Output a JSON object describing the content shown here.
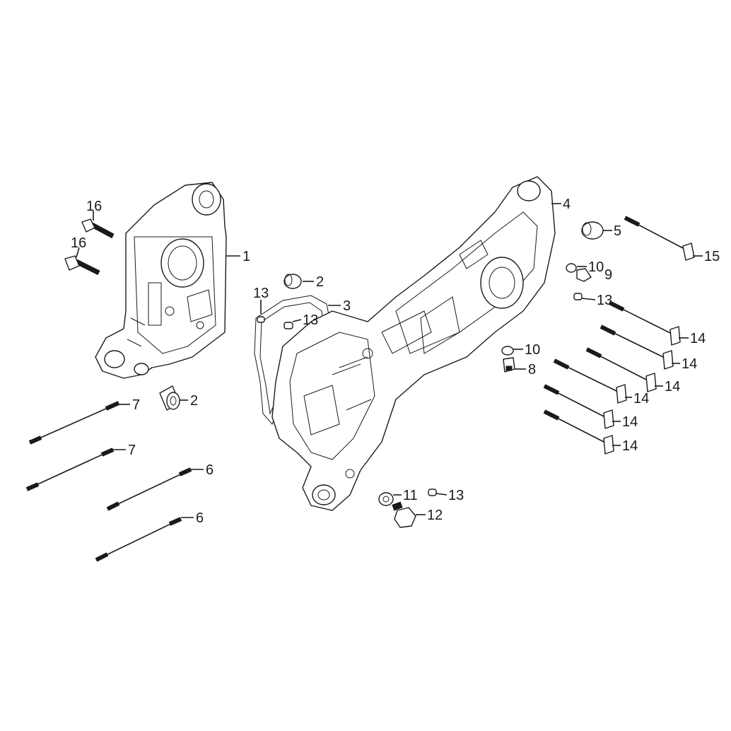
{
  "callouts": {
    "c1": "1",
    "c2a": "2",
    "c2b": "2",
    "c3": "3",
    "c4": "4",
    "c5": "5",
    "c6a": "6",
    "c6b": "6",
    "c7a": "7",
    "c7b": "7",
    "c8": "8",
    "c9": "9",
    "c10a": "10",
    "c10b": "10",
    "c11": "11",
    "c12": "12",
    "c13a": "13",
    "c13b": "13",
    "c13c": "13",
    "c13d": "13",
    "c14a": "14",
    "c14b": "14",
    "c14c": "14",
    "c14d": "14",
    "c14e": "14",
    "c14f": "14",
    "c15": "15",
    "c16a": "16",
    "c16b": "16"
  }
}
